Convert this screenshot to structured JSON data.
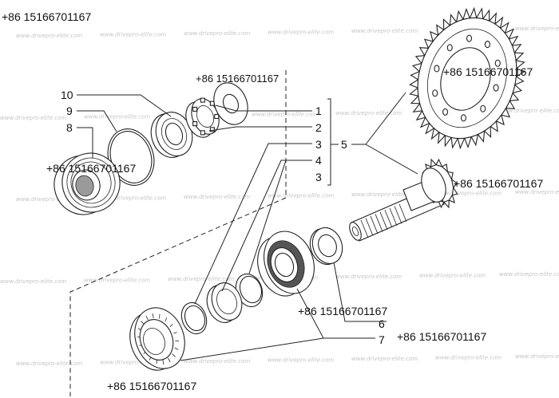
{
  "watermark": "www.drivepro-elite.com",
  "phone_labels": {
    "top_left": "+86 15166701167",
    "upper_middle": "+86 15166701167",
    "crown_gear": "+86 15166701167",
    "left_assembly": "+86 15166701167",
    "pinion": "+86 15166701167",
    "lower_middle": "+86 15166701167",
    "lower_right": "+86 15166701167",
    "bottom": "+86 15166701167"
  },
  "callouts": {
    "c1": "1",
    "c2": "2",
    "c3a": "3",
    "c4": "4",
    "c3b": "3",
    "c5": "5",
    "c6": "6",
    "c7": "7",
    "c8": "8",
    "c9": "9",
    "c10": "10"
  }
}
